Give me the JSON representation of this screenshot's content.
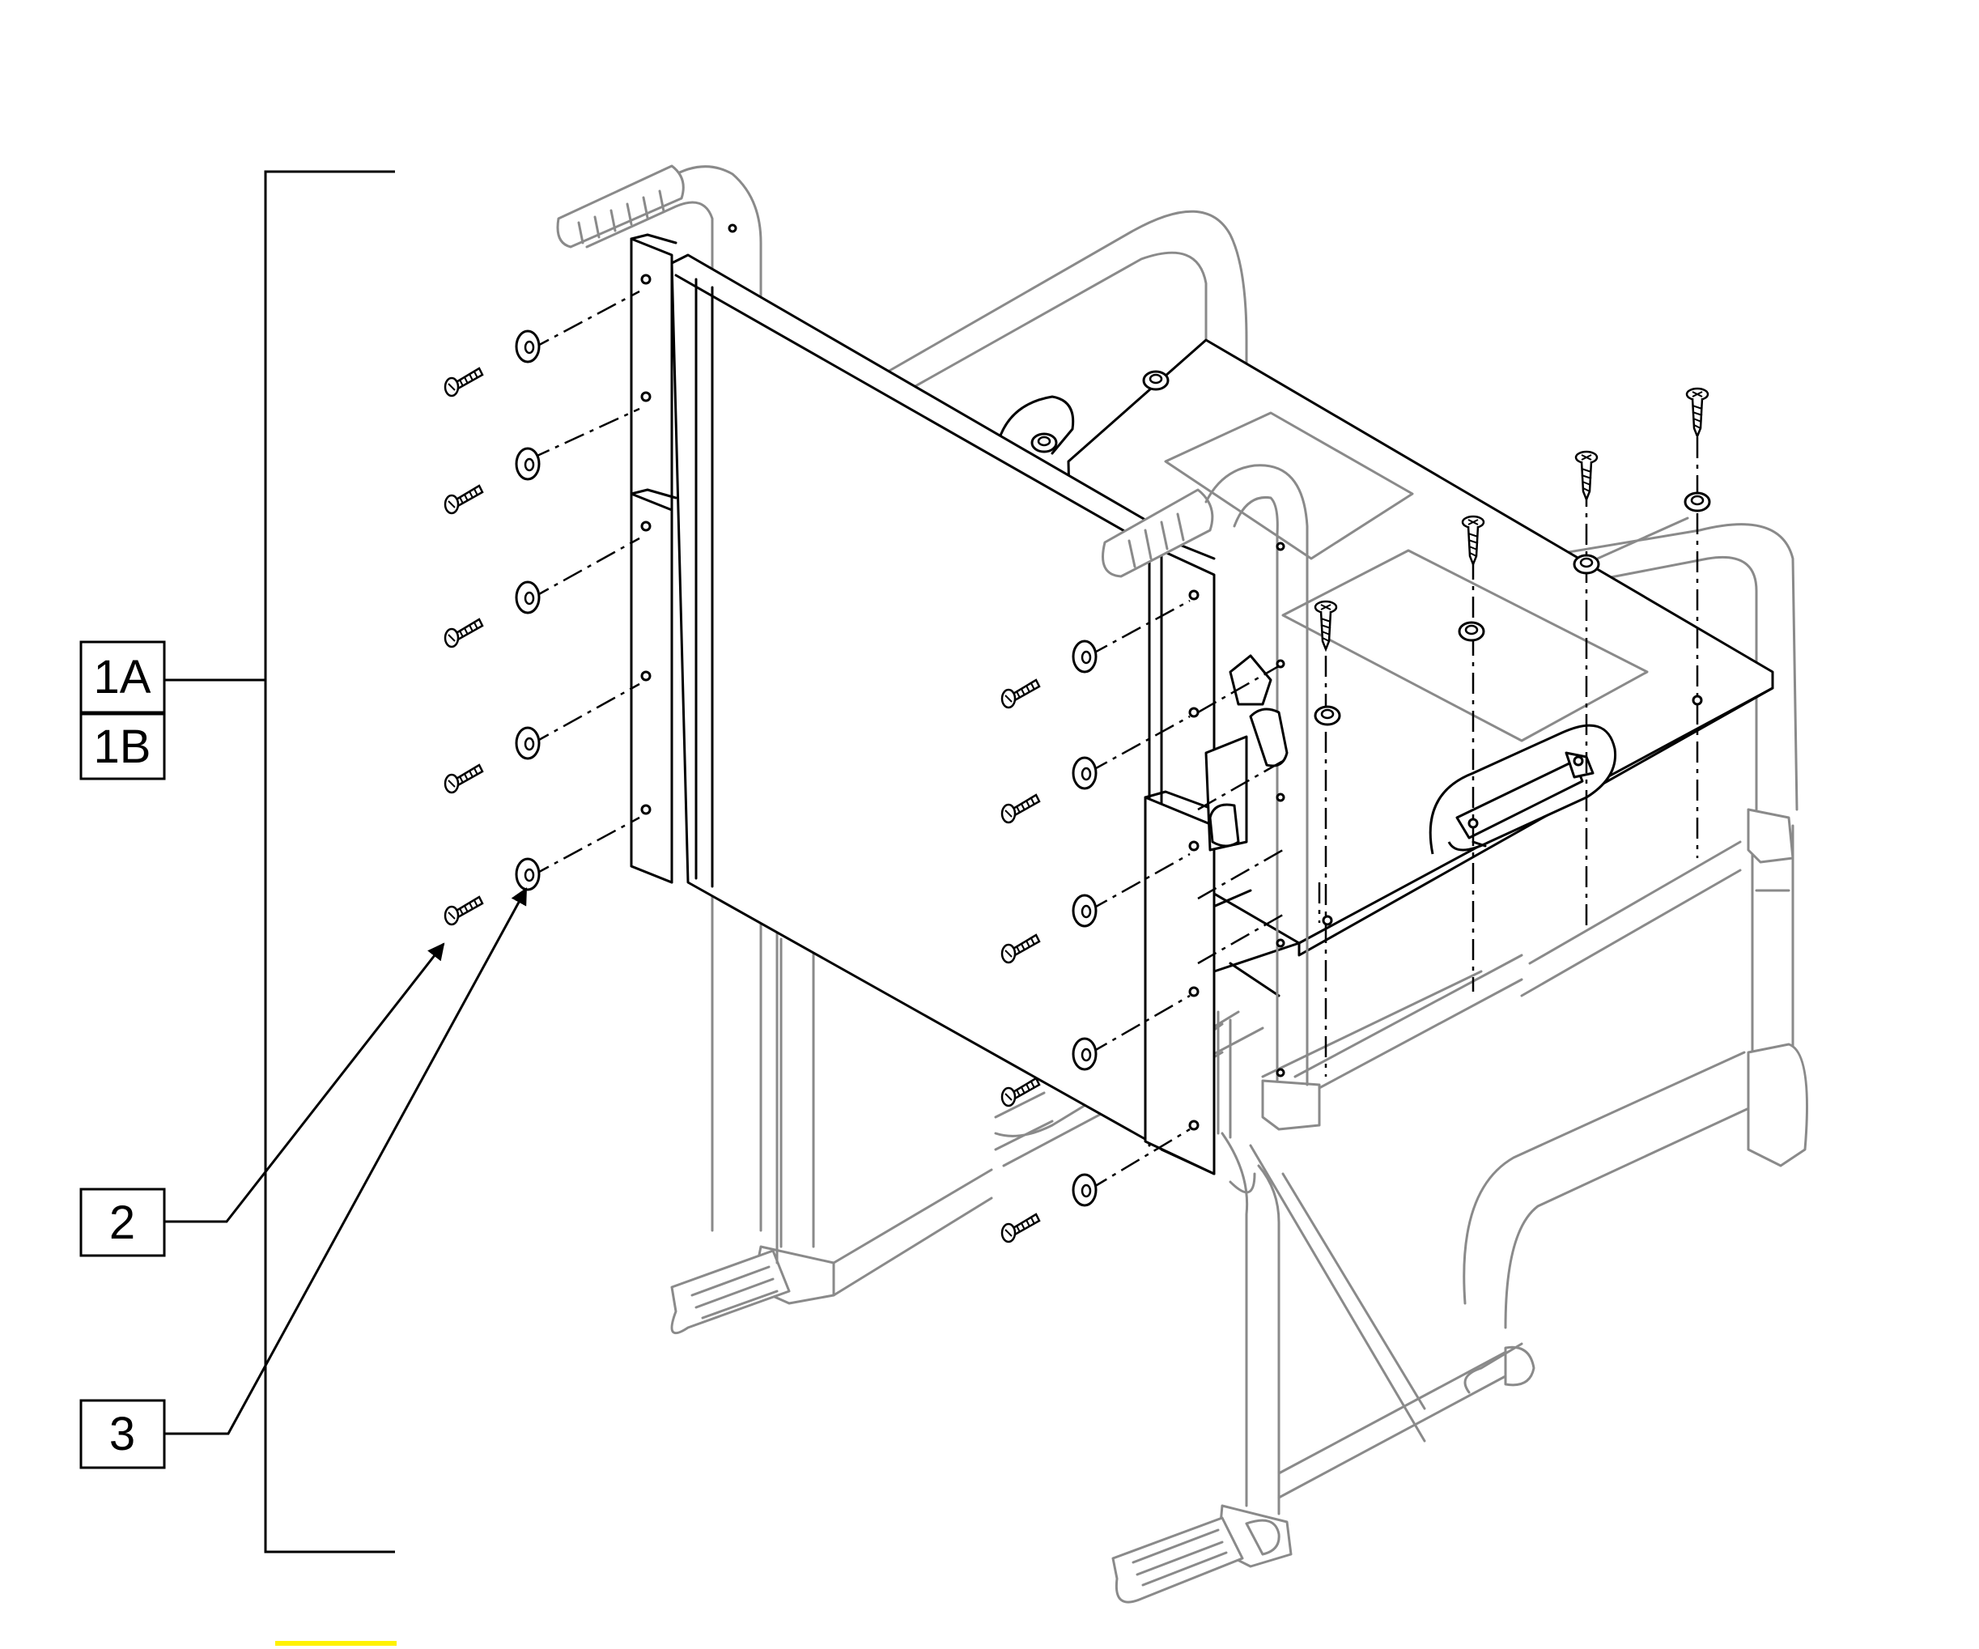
{
  "callouts": {
    "item_1a": "1A",
    "item_1b": "1B",
    "item_2": "2",
    "item_3": "3"
  },
  "colors": {
    "line": "#000000",
    "frame": "#8a8a8a",
    "highlight": "#fff200"
  }
}
